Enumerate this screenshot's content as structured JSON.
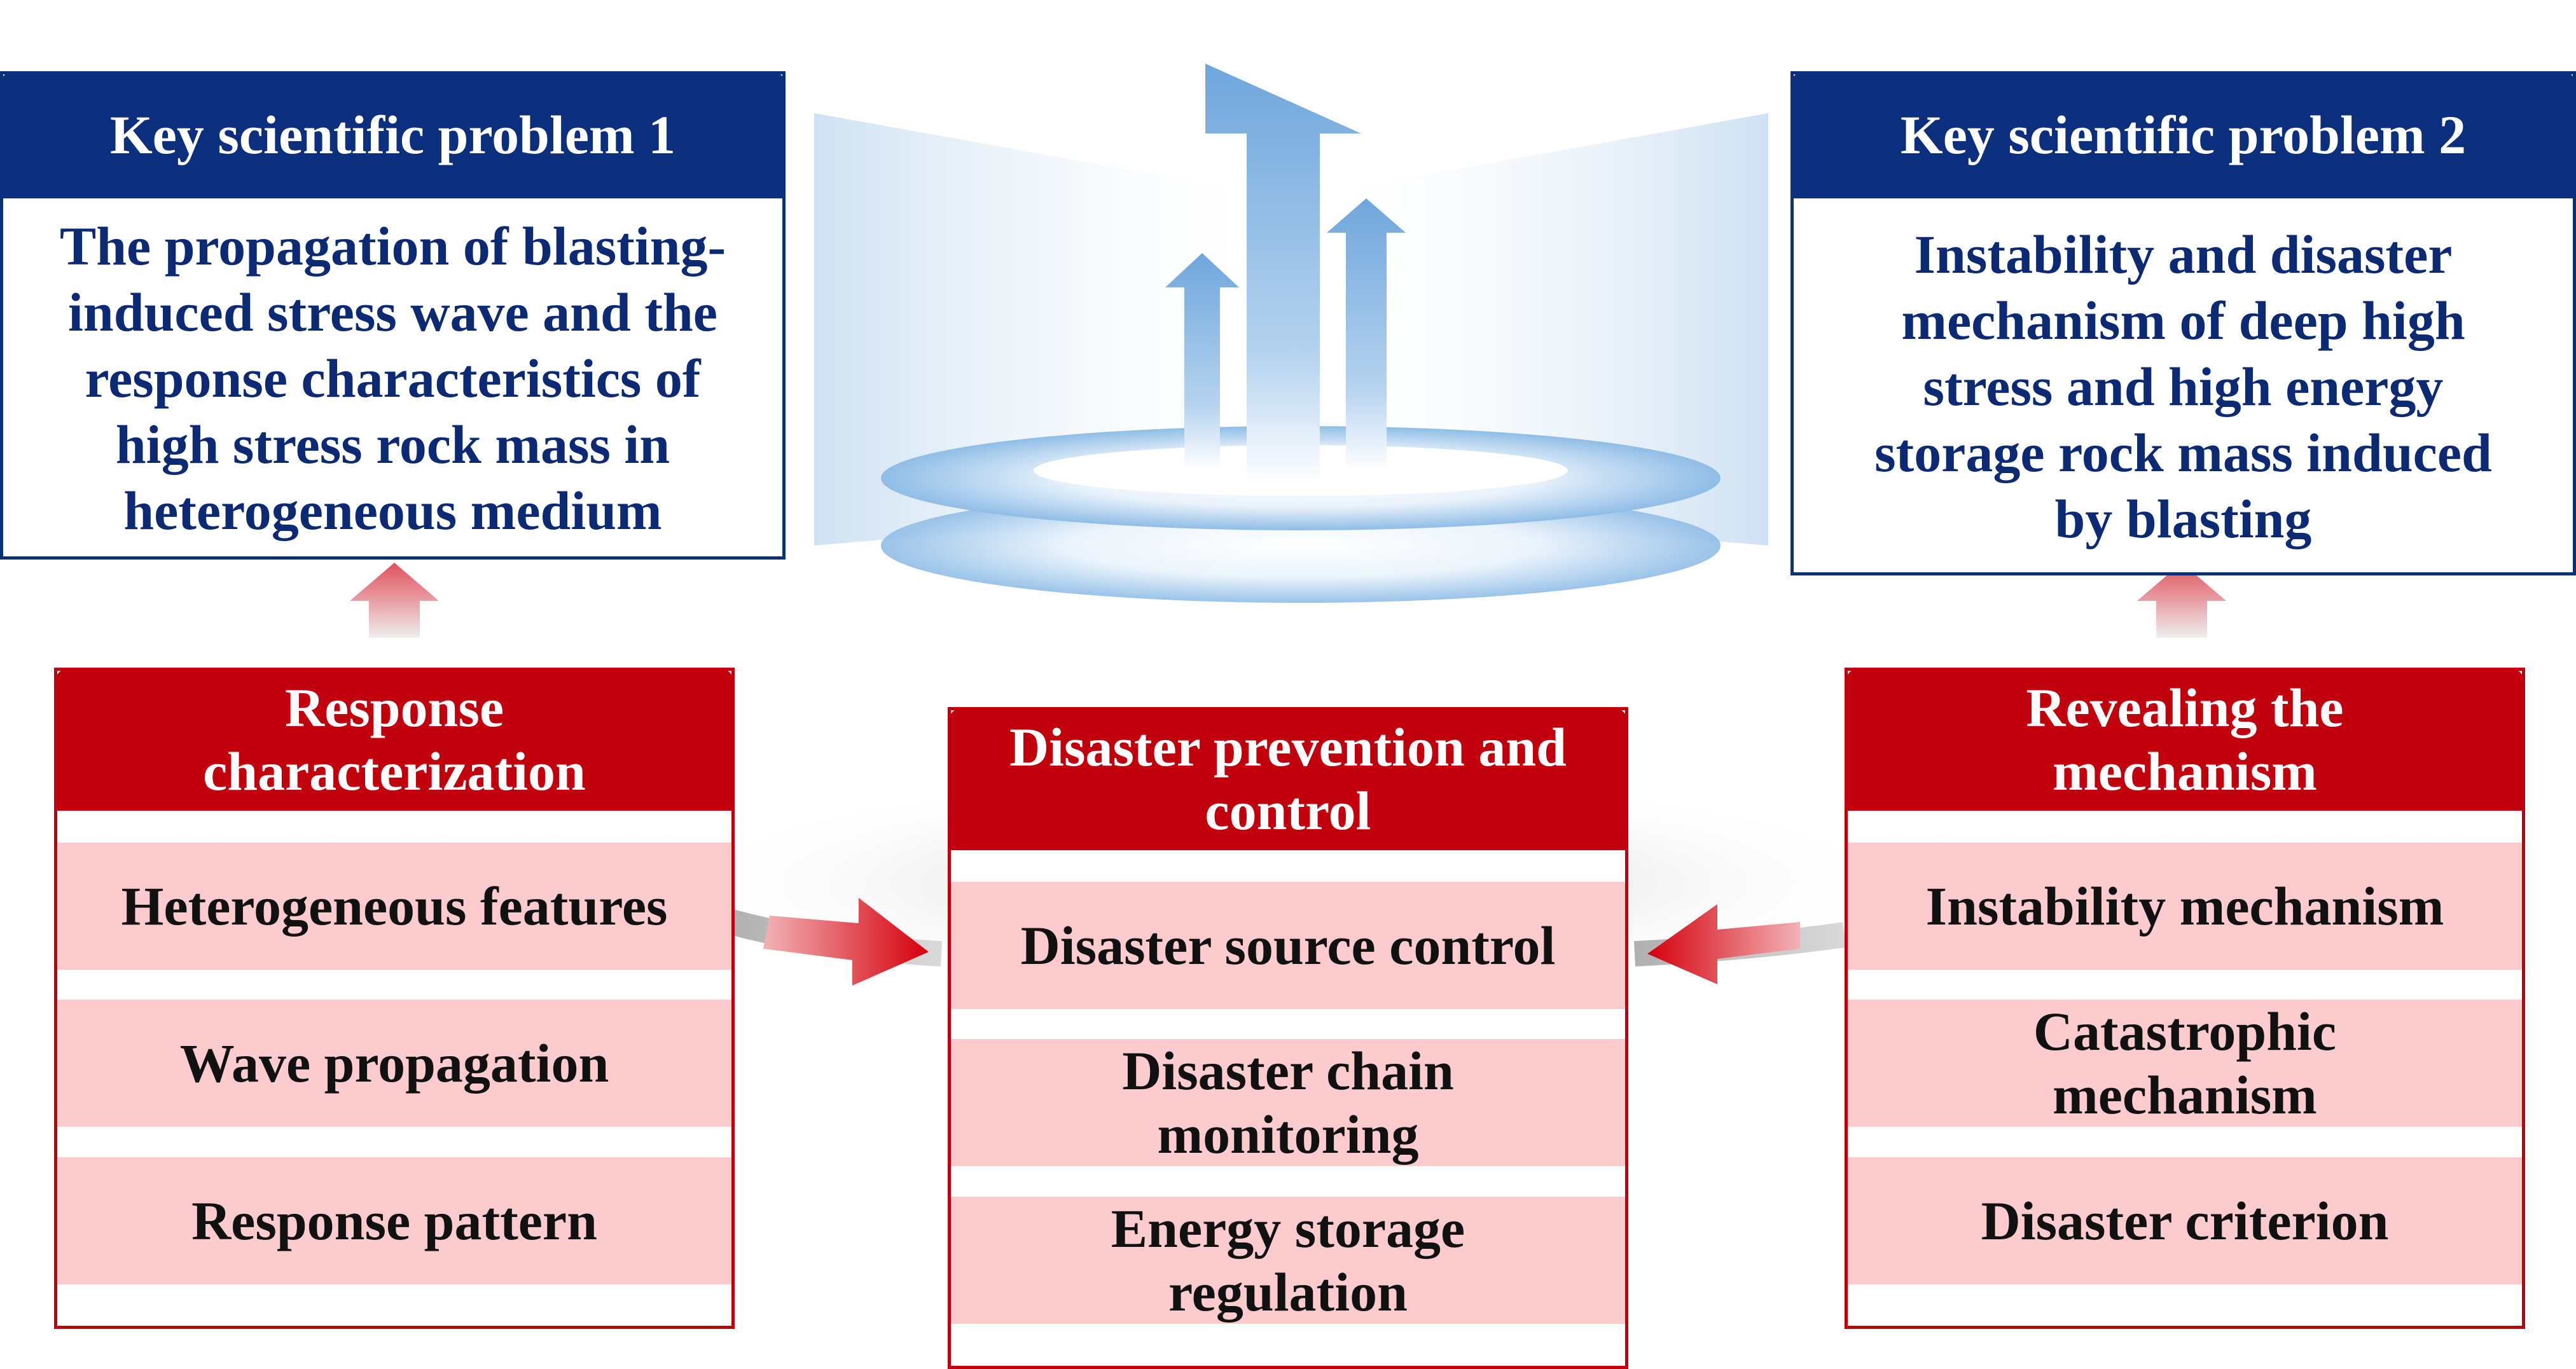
{
  "problems": [
    {
      "title": "Key scientific problem 1",
      "lines": [
        "The propagation of blasting-",
        "induced stress wave and the",
        "response characteristics of",
        "high stress rock mass in",
        "heterogeneous medium"
      ]
    },
    {
      "title": "Key scientific problem 2",
      "lines": [
        "Instability and disaster",
        "mechanism of deep high",
        "stress and high energy",
        "storage rock mass induced",
        "by blasting"
      ]
    }
  ],
  "panels": {
    "left": {
      "title": [
        "Response",
        "characterization"
      ],
      "items": [
        "Heterogeneous features",
        "Wave propagation",
        "Response pattern"
      ]
    },
    "center": {
      "title": [
        "Disaster prevention and",
        "control"
      ],
      "items": [
        [
          "Disaster source control"
        ],
        [
          "Disaster chain",
          "monitoring"
        ],
        [
          "Energy storage",
          "regulation"
        ]
      ]
    },
    "right": {
      "title": [
        "Revealing the",
        "mechanism"
      ],
      "items": [
        [
          "Instability mechanism"
        ],
        [
          "Catastrophic",
          "mechanism"
        ],
        [
          "Disaster criterion"
        ]
      ]
    }
  },
  "colors": {
    "navy": "#0b2f7d",
    "red": "#c0000c",
    "pink": "#fbcbcd",
    "light_blue": "#9fc6ea"
  }
}
